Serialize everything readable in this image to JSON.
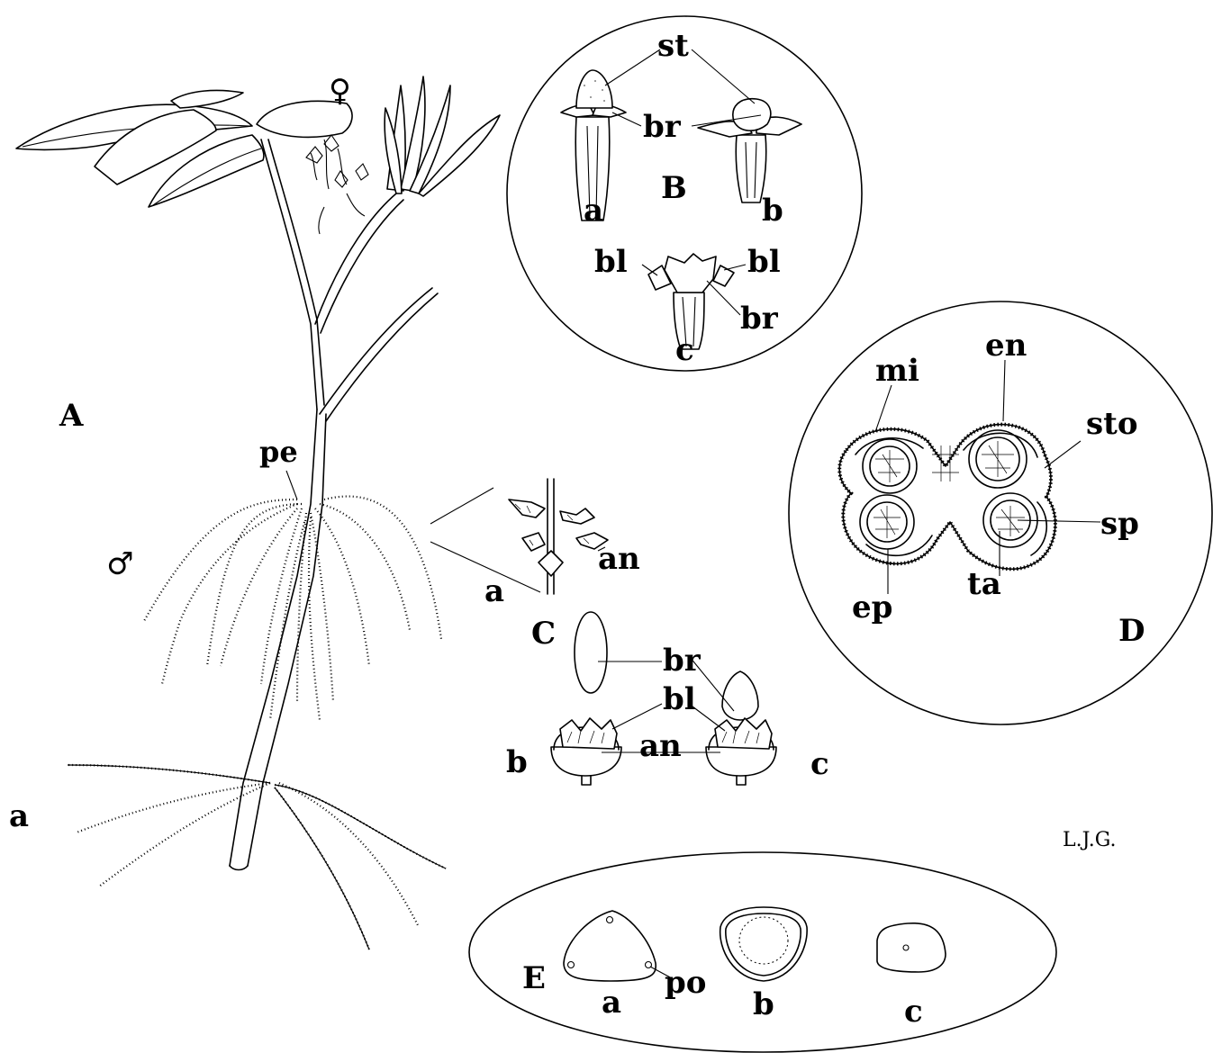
{
  "figure": {
    "signature": "L.J.G."
  },
  "panel_A": {
    "label": "A",
    "female_symbol": "♀",
    "male_symbol": "♂",
    "pe": "pe",
    "a": "a"
  },
  "panel_B": {
    "label": "B",
    "st": "st",
    "br1": "br",
    "a": "a",
    "b": "b",
    "bl_left": "bl",
    "bl_right": "bl",
    "br2": "br",
    "c": "c"
  },
  "panel_C": {
    "label": "C",
    "an_top": "an",
    "a": "a",
    "br": "br",
    "bl": "bl",
    "an": "an",
    "b": "b",
    "c": "c"
  },
  "panel_D": {
    "label": "D",
    "mi": "mi",
    "en": "en",
    "sto": "sto",
    "sp": "sp",
    "ta": "ta",
    "ep": "ep"
  },
  "panel_E": {
    "label": "E",
    "a": "a",
    "po": "po",
    "b": "b",
    "c": "c"
  }
}
